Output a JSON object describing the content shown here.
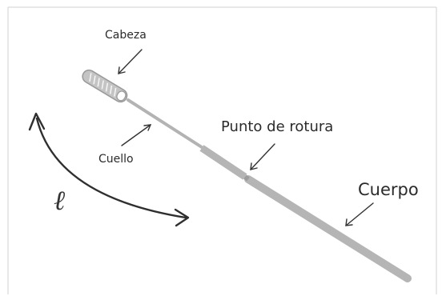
{
  "labels": {
    "head": "Cabeza",
    "neck": "Cuello",
    "break_point": "Punto de rotura",
    "body": "Cuerpo",
    "angle_symbol": "ℓ"
  },
  "colors": {
    "stick": "#b5b5b5",
    "stick_outline": "#9a9a9a",
    "arrow": "#333333",
    "frame": "#cfcfcf"
  }
}
